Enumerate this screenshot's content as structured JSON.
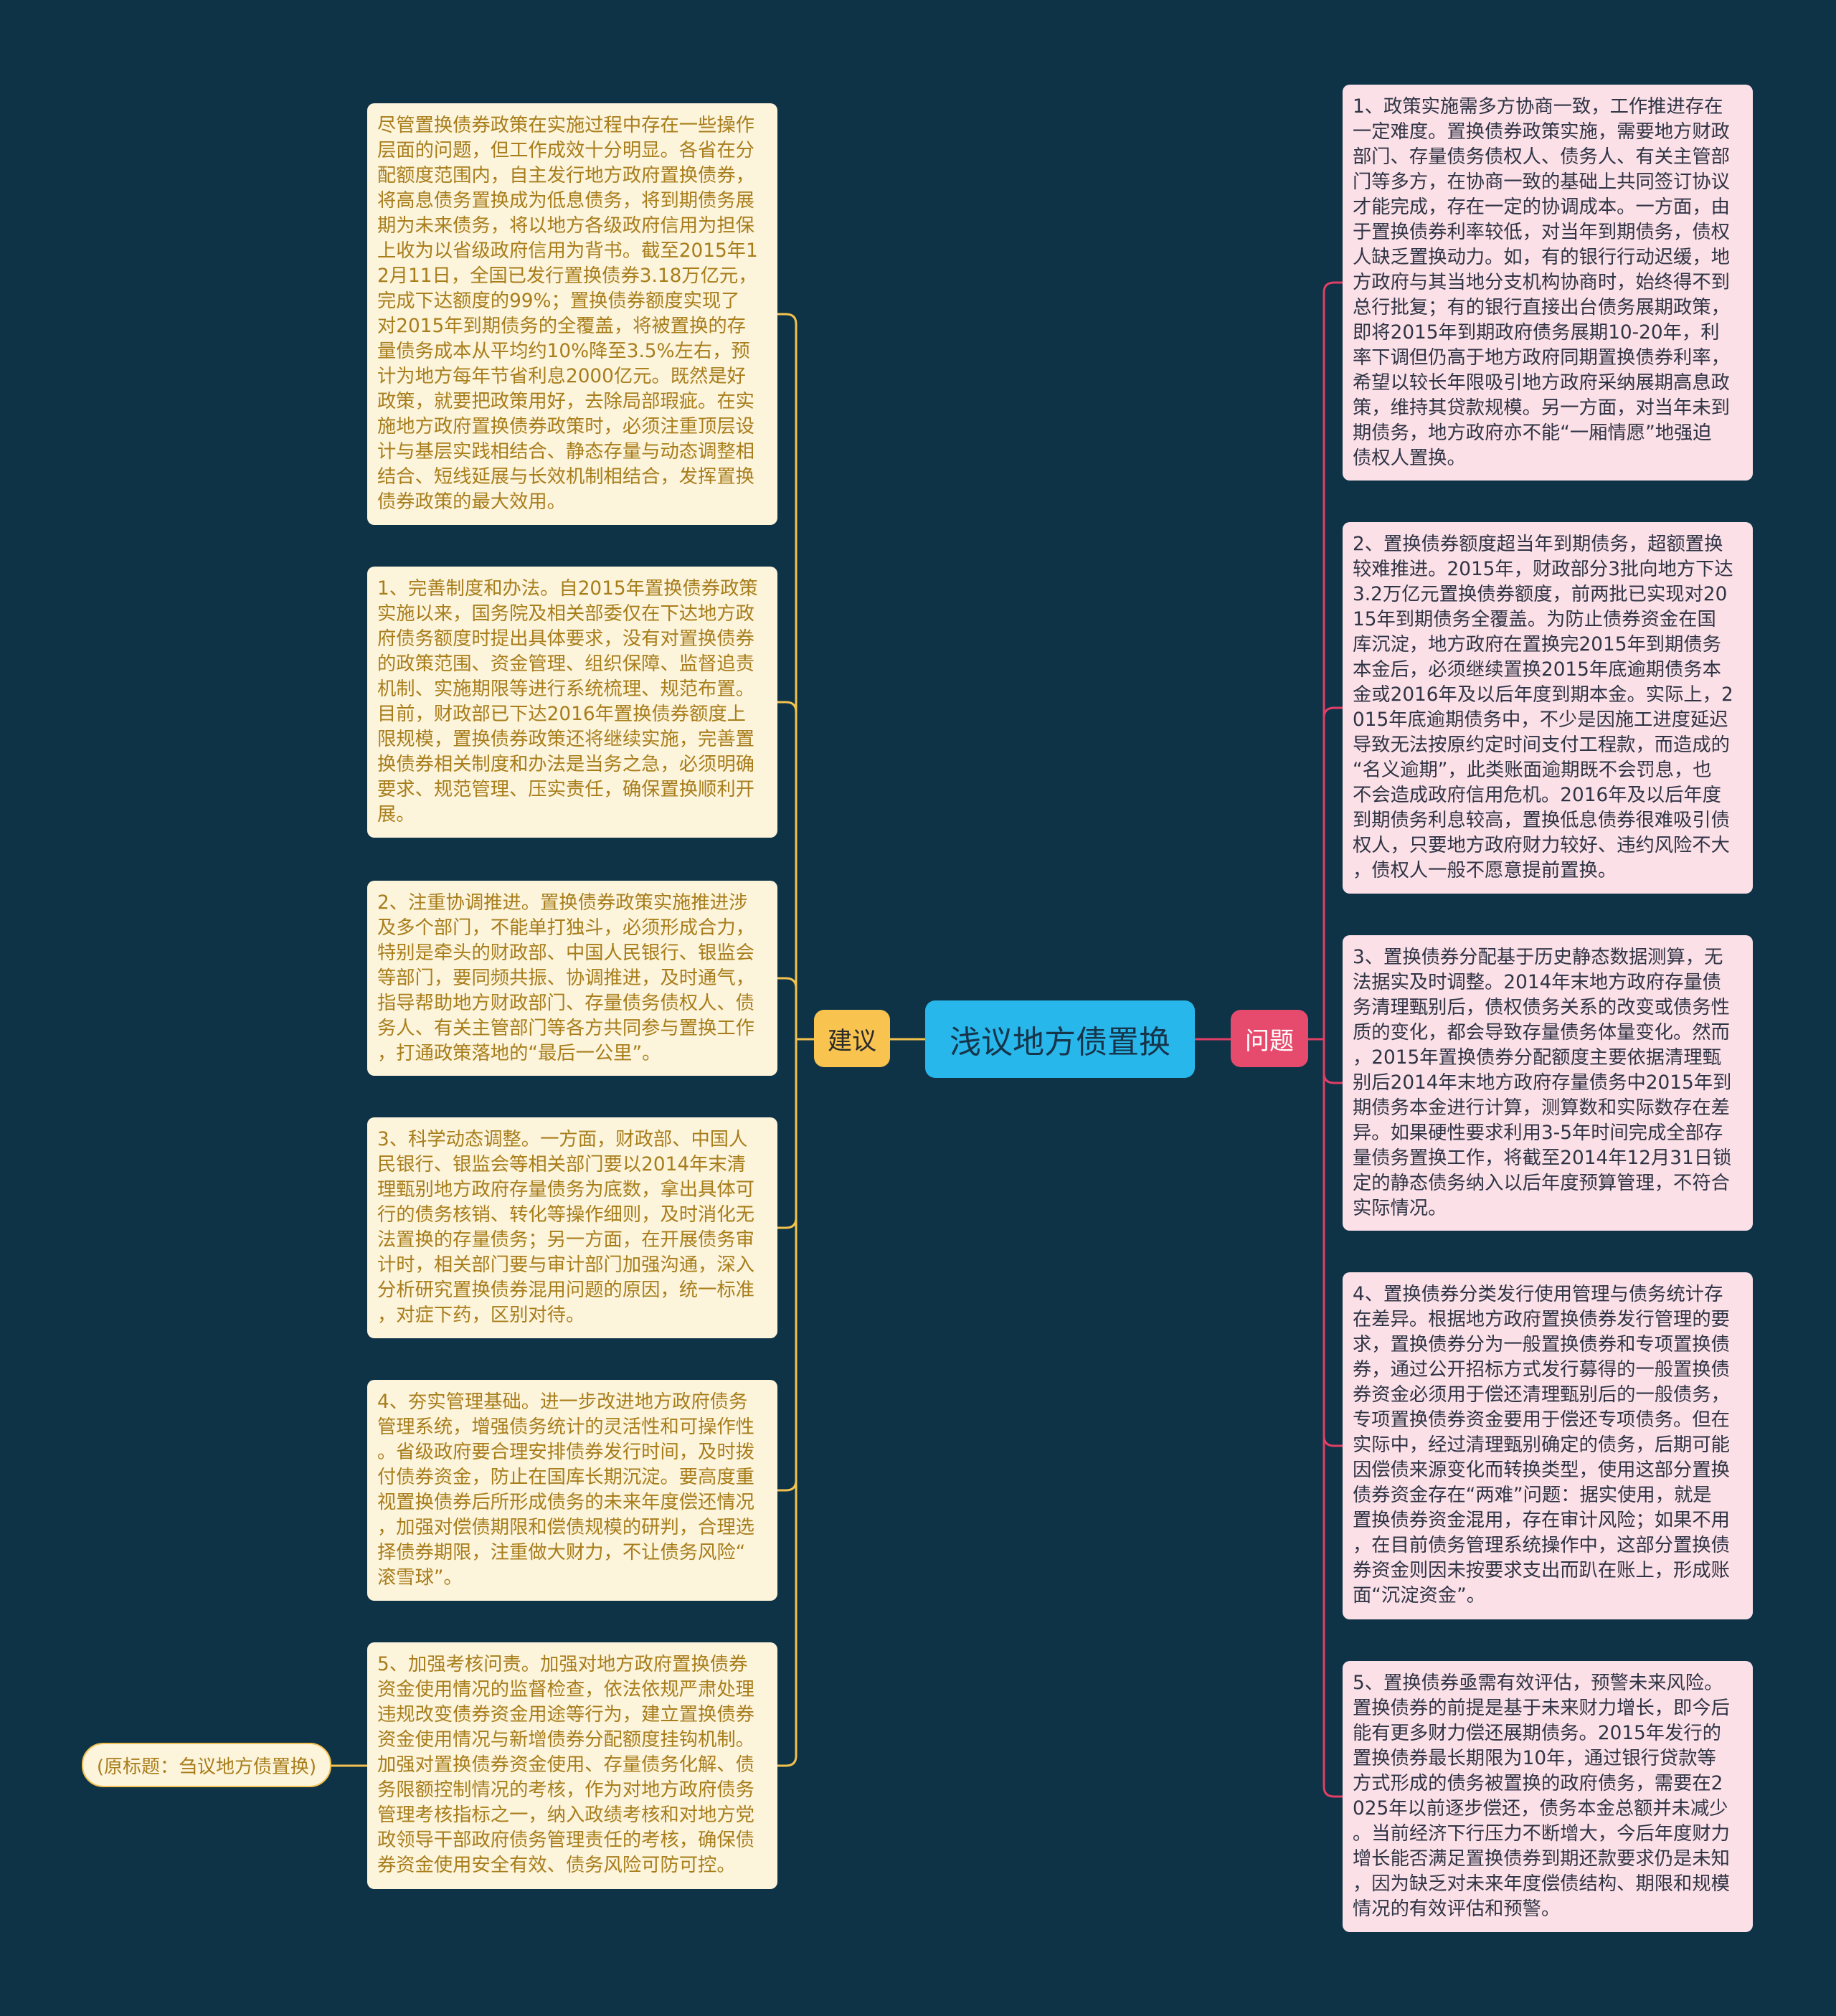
{
  "root": {
    "title": "浅议地方债置换"
  },
  "left_branch": {
    "label": "建议",
    "cards": [
      "尽管置换债券政策在实施过程中存在一些操作\n层面的问题，但工作成效十分明显。各省在分\n配额度范围内，自主发行地方政府置换债券，\n将高息债务置换成为低息债务，将到期债务展\n期为未来债务，将以地方各级政府信用为担保\n上收为以省级政府信用为背书。截至2015年1\n2月11日，全国已发行置换债券3.18万亿元，\n完成下达额度的99%；置换债券额度实现了\n对2015年到期债务的全覆盖，将被置换的存\n量债务成本从平均约10%降至3.5%左右，预\n计为地方每年节省利息2000亿元。既然是好\n政策，就要把政策用好，去除局部瑕疵。在实\n施地方政府置换债券政策时，必须注重顶层设\n计与基层实践相结合、静态存量与动态调整相\n结合、短线延展与长效机制相结合，发挥置换\n债券政策的最大效用。",
      "1、完善制度和办法。自2015年置换债券政策\n实施以来，国务院及相关部委仅在下达地方政\n府债务额度时提出具体要求，没有对置换债券\n的政策范围、资金管理、组织保障、监督追责\n机制、实施期限等进行系统梳理、规范布置。\n目前，财政部已下达2016年置换债券额度上\n限规模，置换债券政策还将继续实施，完善置\n换债券相关制度和办法是当务之急，必须明确\n要求、规范管理、压实责任，确保置换顺利开\n展。",
      "2、注重协调推进。置换债券政策实施推进涉\n及多个部门，不能单打独斗，必须形成合力，\n特别是牵头的财政部、中国人民银行、银监会\n等部门，要同频共振、协调推进，及时通气，\n指导帮助地方财政部门、存量债务债权人、债\n务人、有关主管部门等各方共同参与置换工作\n，打通政策落地的“最后一公里”。",
      "3、科学动态调整。一方面，财政部、中国人\n民银行、银监会等相关部门要以2014年末清\n理甄别地方政府存量债务为底数，拿出具体可\n行的债务核销、转化等操作细则，及时消化无\n法置换的存量债务；另一方面，在开展债务审\n计时，相关部门要与审计部门加强沟通，深入\n分析研究置换债券混用问题的原因，统一标准\n，对症下药，区别对待。",
      "4、夯实管理基础。进一步改进地方政府债务\n管理系统，增强债务统计的灵活性和可操作性\n。省级政府要合理安排债券发行时间，及时拨\n付债券资金，防止在国库长期沉淀。要高度重\n视置换债券后所形成债务的未来年度偿还情况\n，加强对偿债期限和偿债规模的研判，合理选\n择债券期限，注重做大财力，不让债务风险“\n滚雪球”。",
      "5、加强考核问责。加强对地方政府置换债券\n资金使用情况的监督检查，依法依规严肃处理\n违规改变债券资金用途等行为，建立置换债券\n资金使用情况与新增债券分配额度挂钩机制。\n加强对置换债券资金使用、存量债务化解、债\n务限额控制情况的考核，作为对地方政府债务\n管理考核指标之一，纳入政绩考核和对地方党\n政领导干部政府债务管理责任的考核，确保债\n券资金使用安全有效、债务风险可防可控。"
    ],
    "original_title": "(原标题：刍议地方债置换)"
  },
  "right_branch": {
    "label": "问题",
    "cards": [
      "1、政策实施需多方协商一致，工作推进存在\n一定难度。置换债券政策实施，需要地方财政\n部门、存量债务债权人、债务人、有关主管部\n门等多方，在协商一致的基础上共同签订协议\n才能完成，存在一定的协调成本。一方面，由\n于置换债券利率较低，对当年到期债务，债权\n人缺乏置换动力。如，有的银行行动迟缓，地\n方政府与其当地分支机构协商时，始终得不到\n总行批复；有的银行直接出台债务展期政策，\n即将2015年到期政府债务展期10-20年，利\n率下调但仍高于地方政府同期置换债券利率，\n希望以较长年限吸引地方政府采纳展期高息政\n策，维持其贷款规模。另一方面，对当年未到\n期债务，地方政府亦不能“一厢情愿”地强迫\n债权人置换。",
      "2、置换债券额度超当年到期债务，超额置换\n较难推进。2015年，财政部分3批向地方下达\n3.2万亿元置换债券额度，前两批已实现对20\n15年到期债务全覆盖。为防止债券资金在国\n库沉淀，地方政府在置换完2015年到期债务\n本金后，必须继续置换2015年底逾期债务本\n金或2016年及以后年度到期本金。实际上，2\n015年底逾期债务中，不少是因施工进度延迟\n导致无法按原约定时间支付工程款，而造成的\n“名义逾期”，此类账面逾期既不会罚息，也\n不会造成政府信用危机。2016年及以后年度\n到期债务利息较高，置换低息债券很难吸引债\n权人，只要地方政府财力较好、违约风险不大\n，债权人一般不愿意提前置换。",
      "3、置换债券分配基于历史静态数据测算，无\n法据实及时调整。2014年末地方政府存量债\n务清理甄别后，债权债务关系的改变或债务性\n质的变化，都会导致存量债务体量变化。然而\n，2015年置换债券分配额度主要依据清理甄\n别后2014年末地方政府存量债务中2015年到\n期债务本金进行计算，测算数和实际数存在差\n异。如果硬性要求利用3-5年时间完成全部存\n量债务置换工作，将截至2014年12月31日锁\n定的静态债务纳入以后年度预算管理，不符合\n实际情况。",
      "4、置换债券分类发行使用管理与债务统计存\n在差异。根据地方政府置换债券发行管理的要\n求，置换债券分为一般置换债券和专项置换债\n券，通过公开招标方式发行募得的一般置换债\n券资金必须用于偿还清理甄别后的一般债务，\n专项置换债券资金要用于偿还专项债务。但在\n实际中，经过清理甄别确定的债务，后期可能\n因偿债来源变化而转换类型，使用这部分置换\n债券资金存在“两难”问题：据实使用，就是\n置换债券资金混用，存在审计风险；如果不用\n，在目前债务管理系统操作中，这部分置换债\n券资金则因未按要求支出而趴在账上，形成账\n面“沉淀资金”。",
      "5、置换债券亟需有效评估，预警未来风险。\n置换债券的前提是基于未来财力增长，即今后\n能有更多财力偿还展期债务。2015年发行的\n置换债券最长期限为10年，通过银行贷款等\n方式形成的债务被置换的政府债务，需要在2\n025年以前逐步偿还，债务本金总额并未减少\n。当前经济下行压力不断增大，今后年度财力\n增长能否满足置换债券到期还款要求仍是未知\n，因为缺乏对未来年度偿债结构、期限和规模\n情况的有效评估和预警。"
    ]
  },
  "colors": {
    "background": "#0e3246",
    "root": "#27b7eb",
    "left_branch": "#f8c44f",
    "left_card": "#fdf4dc",
    "left_text": "#a87e1c",
    "left_line": "#f3c24e",
    "right_branch": "#e64b6d",
    "right_card": "#fce0e7",
    "right_text": "#2f3445",
    "right_line": "#e03f66"
  }
}
